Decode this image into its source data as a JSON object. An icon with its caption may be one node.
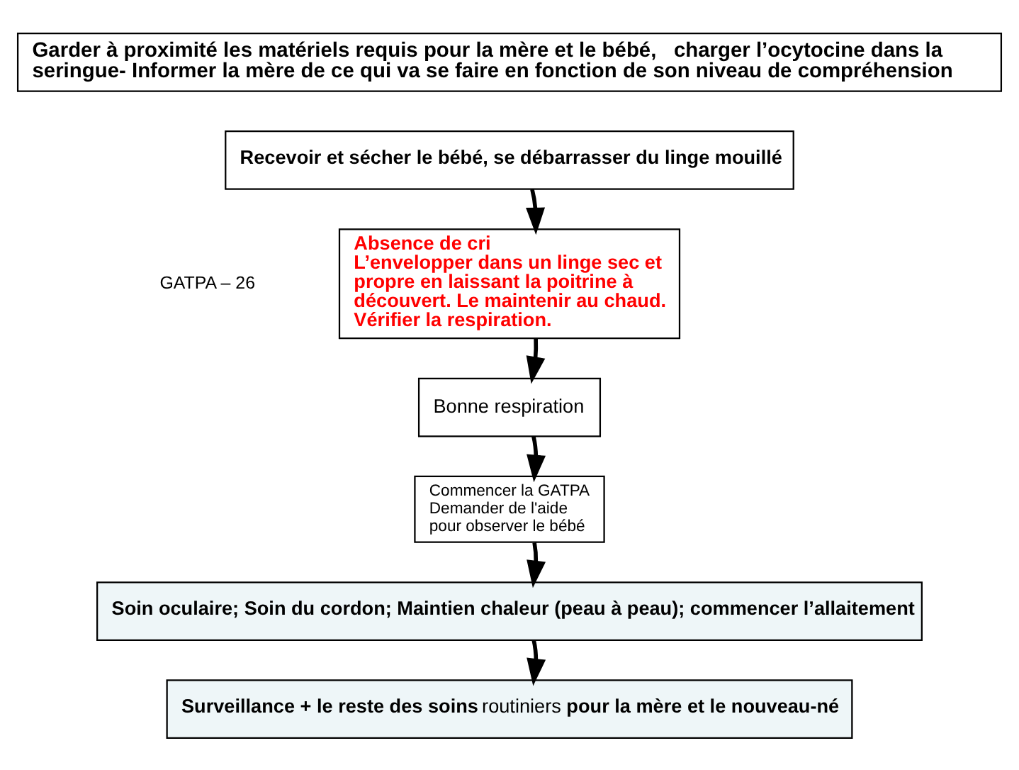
{
  "diagram": {
    "nodes": [
      {
        "text": [
          "Garder à proximité les matériels requis pour la mère et le bébé,   charger l’ocytocine dans la seringue- Informer la mère de ce qui va se faire en fonction de son niveau de compréhension"
        ]
      },
      {
        "text": [
          "Recevoir et sécher le bébé, se débarrasser du linge mouillé"
        ]
      },
      {
        "text": [
          "Absence de cri",
          "L’envelopper dans un linge sec et propre en laissant la poitrine à découvert. Le maintenir au chaud. Vérifier la respiration."
        ]
      },
      {
        "text": [
          "Bonne respiration"
        ]
      },
      {
        "text": [
          "Commencer la GATPA",
          "Demander de l'aide pour observer le bébé"
        ]
      },
      {
        "text": [
          "Soin oculaire; Soin du cordon; Maintien chaleur (peau à peau); commencer l’allaitement"
        ]
      },
      {
        "text": [
          "**Surveillance + le reste des soins** routiniers **pour la mère et le nouveau-né**"
        ]
      }
    ],
    "edges": [
      {
        "from": 1,
        "to": 2,
        "arrow": "to"
      },
      {
        "from": 2,
        "to": 3,
        "arrow": "to"
      },
      {
        "from": 3,
        "to": 4,
        "arrow": "to"
      },
      {
        "from": 4,
        "to": 5,
        "arrow": "to"
      },
      {
        "from": 5,
        "to": 6,
        "arrow": "to"
      }
    ],
    "labels": [
      "GATPA – 26"
    ]
  }
}
